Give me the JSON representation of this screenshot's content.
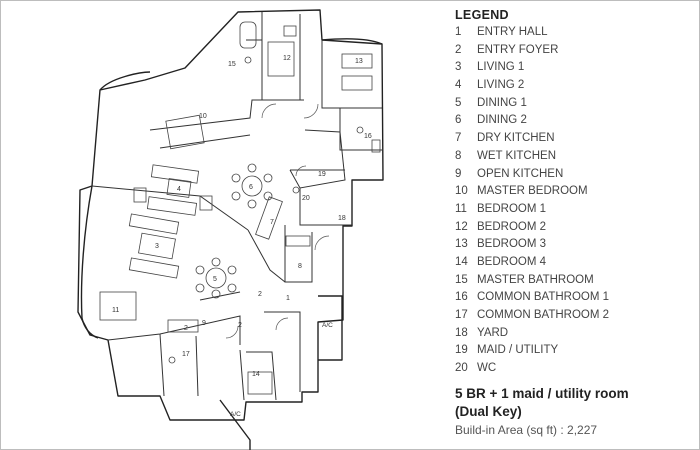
{
  "legend": {
    "title": "LEGEND",
    "items": [
      {
        "num": "1",
        "label": "ENTRY HALL"
      },
      {
        "num": "2",
        "label": "ENTRY FOYER"
      },
      {
        "num": "3",
        "label": "LIVING 1"
      },
      {
        "num": "4",
        "label": "LIVING 2"
      },
      {
        "num": "5",
        "label": "DINING 1"
      },
      {
        "num": "6",
        "label": "DINING 2"
      },
      {
        "num": "7",
        "label": "DRY KITCHEN"
      },
      {
        "num": "8",
        "label": "WET KITCHEN"
      },
      {
        "num": "9",
        "label": "OPEN KITCHEN"
      },
      {
        "num": "10",
        "label": "MASTER BEDROOM"
      },
      {
        "num": "11",
        "label": "BEDROOM 1"
      },
      {
        "num": "12",
        "label": "BEDROOM 2"
      },
      {
        "num": "13",
        "label": "BEDROOM 3"
      },
      {
        "num": "14",
        "label": "BEDROOM 4"
      },
      {
        "num": "15",
        "label": "MASTER BATHROOM"
      },
      {
        "num": "16",
        "label": "COMMON BATHROOM 1"
      },
      {
        "num": "17",
        "label": "COMMON BATHROOM 2"
      },
      {
        "num": "18",
        "label": "YARD"
      },
      {
        "num": "19",
        "label": "MAID / UTILITY"
      },
      {
        "num": "20",
        "label": "WC"
      }
    ]
  },
  "summary": {
    "unit_type": "5 BR + 1 maid / utility room",
    "unit_subtype": "(Dual Key)",
    "area": "Build-in Area (sq ft) : 2,227"
  },
  "plan": {
    "labels": {
      "r1": "1",
      "r2a": "2",
      "r2b": "2",
      "r2c": "2",
      "r3": "3",
      "r4": "4",
      "r5": "5",
      "r6": "6",
      "r7": "7",
      "r8": "8",
      "r9": "9",
      "r10": "10",
      "r11": "11",
      "r12": "12",
      "r13": "13",
      "r14": "14",
      "r15": "15",
      "r16": "16",
      "r17": "17",
      "r18": "18",
      "r19": "19",
      "r20": "20",
      "ac1": "A/C",
      "ac2": "A/C"
    }
  }
}
